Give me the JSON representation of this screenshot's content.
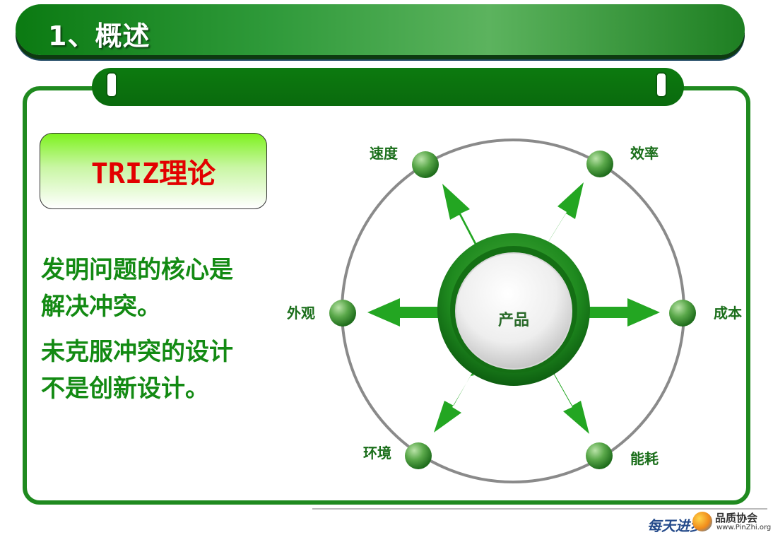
{
  "header": {
    "title": "1、概述"
  },
  "left_panel": {
    "triz_label": "TRIZ理论",
    "paragraph1_line1": "发明问题的核心是",
    "paragraph1_line2": "解决冲突。",
    "paragraph2_line1": "未克服冲突的设计",
    "paragraph2_line2": "不是创新设计。"
  },
  "diagram": {
    "center_label": "产品",
    "nodes": {
      "speed": "速度",
      "efficiency": "效率",
      "cost": "成本",
      "energy": "能耗",
      "environment": "环境",
      "appearance": "外观"
    }
  },
  "watermark": {
    "brand": "每天进步",
    "org": "品质协会",
    "site": "www.PinZhi.org"
  },
  "colors": {
    "green_dark": "#0a6a0d",
    "green_text": "#138a13",
    "red_label": "#e20000"
  }
}
